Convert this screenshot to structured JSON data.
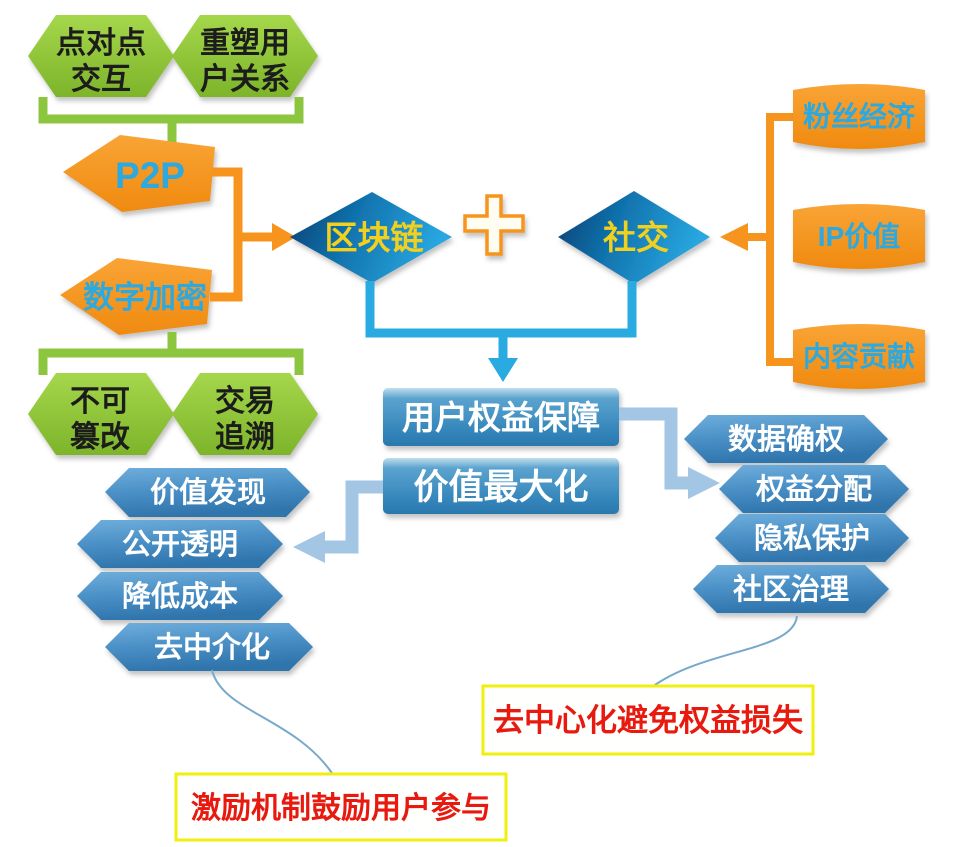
{
  "nodes": {
    "peer_hex": {
      "line1": "点对点",
      "line2": "交互"
    },
    "reshape_hex": {
      "line1": "重塑用",
      "line2": "户关系"
    },
    "p2p": {
      "label": "P2P"
    },
    "crypto": {
      "label": "数字加密"
    },
    "immutable_hex": {
      "line1": "不可",
      "line2": "篡改"
    },
    "trace_hex": {
      "line1": "交易",
      "line2": "追溯"
    },
    "blockchain": {
      "label": "区块链"
    },
    "plus": {
      "symbol": "+"
    },
    "social": {
      "label": "社交"
    },
    "rights_box": {
      "label": "用户权益保障"
    },
    "value_box": {
      "label": "价值最大化"
    }
  },
  "right_banners": [
    {
      "label": "粉丝经济"
    },
    {
      "label": "IP价值"
    },
    {
      "label": "内容贡献"
    }
  ],
  "right_hexes": [
    {
      "label": "数据确权"
    },
    {
      "label": "权益分配"
    },
    {
      "label": "隐私保护"
    },
    {
      "label": "社区治理"
    }
  ],
  "left_hexes": [
    {
      "label": "价值发现"
    },
    {
      "label": "公开透明"
    },
    {
      "label": "降低成本"
    },
    {
      "label": "去中介化"
    }
  ],
  "callouts": {
    "decentral": "去中心化避免权益损失",
    "incentive": "激励机制鼓励用户参与"
  },
  "colors": {
    "green": "#8CC63E",
    "orange": "#F7941E",
    "bright_blue": "#29ABE2",
    "light_blue_connector": "#A3C6E4",
    "diamond_text_yellow": "#F2D01F",
    "banner_text_blue": "#2BA9E0",
    "red_text": "#E8190F",
    "yellow_border": "#EFEF10"
  }
}
